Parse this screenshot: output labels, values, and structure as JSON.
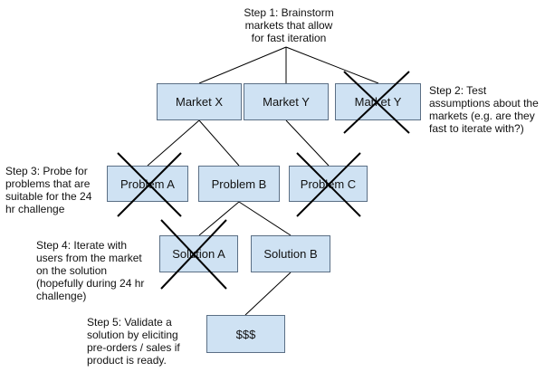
{
  "steps": {
    "step1": "Step 1: Brainstorm\nmarkets that allow\nfor fast iteration",
    "step2": "Step 2: Test\nassumptions about the\nmarkets (e.g. are they\nfast to iterate with?)",
    "step3": "Step 3: Probe for\nproblems that are\nsuitable for the 24\nhr challenge",
    "step4": "Step 4: Iterate with\nusers from the market\non the solution\n(hopefully during 24 hr\nchallenge)",
    "step5": "Step 5: Validate a\nsolution by eliciting\npre-orders / sales if\nproduct is ready."
  },
  "nodes": {
    "market_x": "Market X",
    "market_y": "Market Y",
    "market_z": "Market Y",
    "problem_a": "Problem A",
    "problem_b": "Problem B",
    "problem_c": "Problem C",
    "solution_a": "Solution A",
    "solution_b": "Solution B",
    "revenue": "$$$"
  },
  "crossed_out": [
    "market_z",
    "problem_a",
    "problem_c",
    "solution_a"
  ],
  "colors": {
    "node_fill": "#cfe2f3",
    "node_border": "#5b6f85",
    "line": "#000000"
  }
}
